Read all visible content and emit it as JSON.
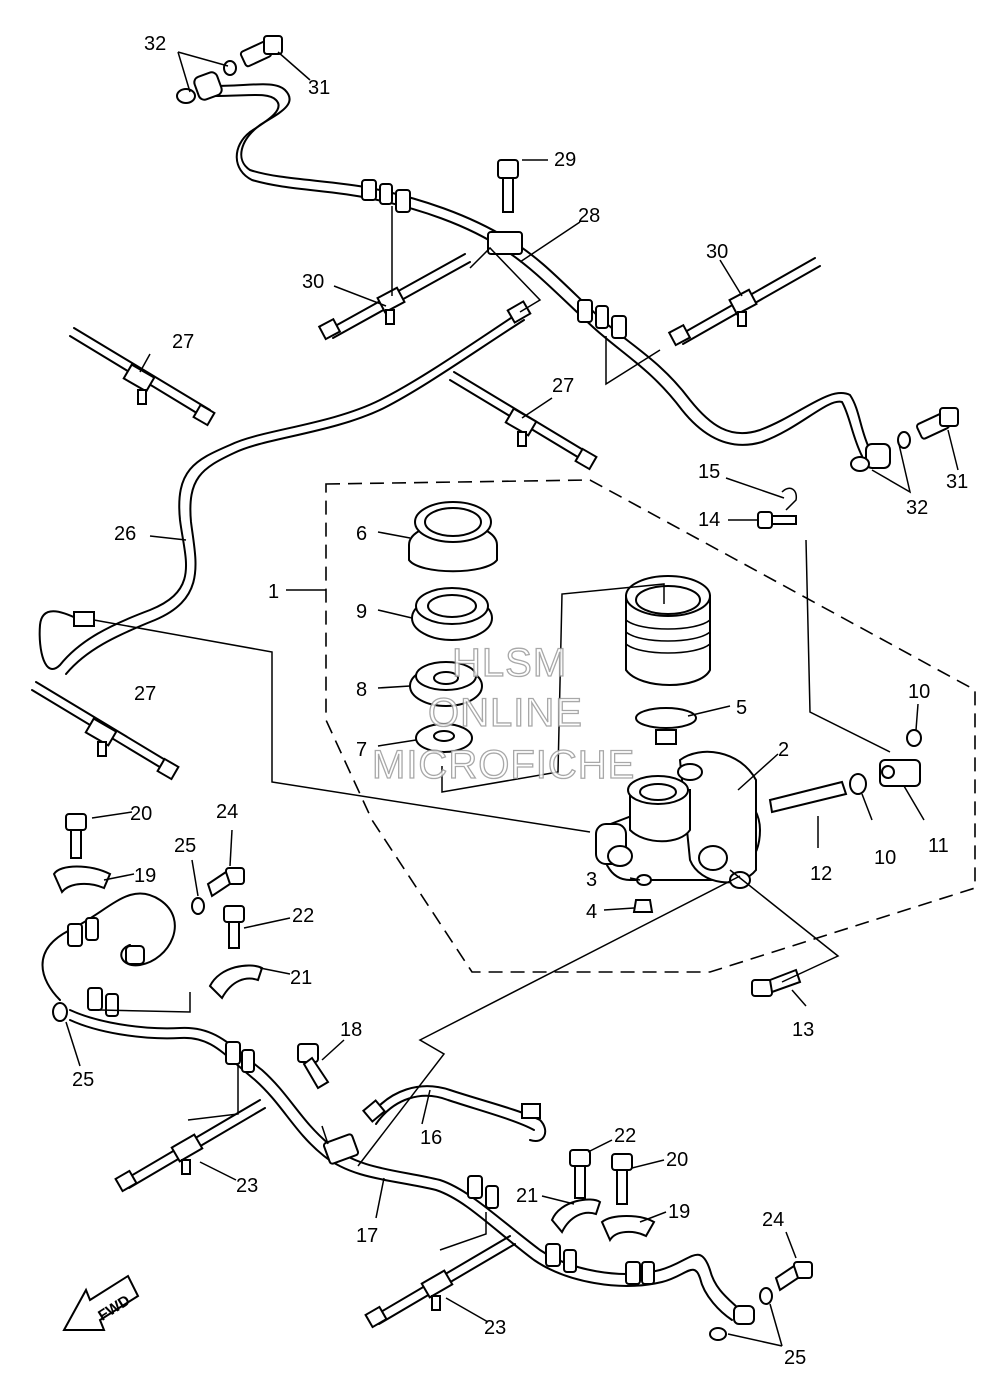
{
  "watermark": {
    "line1": "HLSM",
    "line2": "ONLINE",
    "line3": "MICROFICHE"
  },
  "fwd_label": "FWD",
  "callouts": [
    "1",
    "2",
    "3",
    "4",
    "5",
    "6",
    "7",
    "8",
    "9",
    "10",
    "10",
    "11",
    "12",
    "13",
    "14",
    "15",
    "16",
    "17",
    "18",
    "19",
    "19",
    "20",
    "20",
    "21",
    "21",
    "22",
    "22",
    "23",
    "23",
    "24",
    "24",
    "25",
    "25",
    "25",
    "26",
    "27",
    "27",
    "27",
    "28",
    "29",
    "30",
    "30",
    "31",
    "31",
    "32",
    "32"
  ]
}
